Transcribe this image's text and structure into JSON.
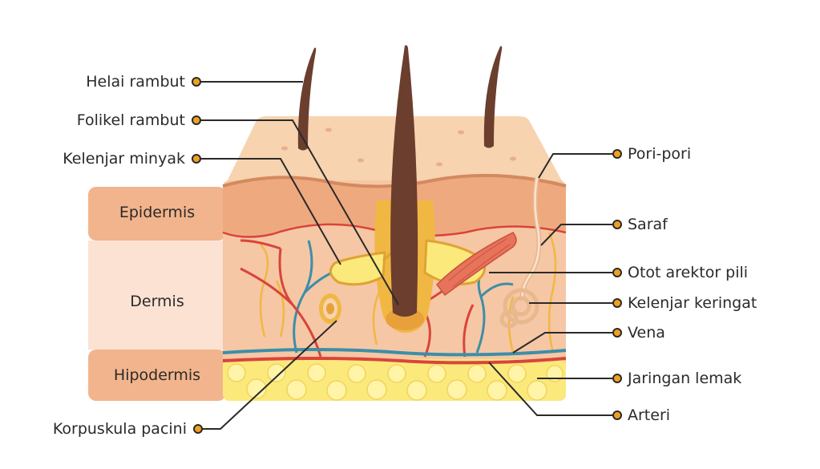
{
  "labels": {
    "helai_rambut": "Helai rambut",
    "folikel_rambut": "Folikel rambut",
    "kelenjar_minyak": "Kelenjar minyak",
    "korpuskula_pacini": "Korpuskula pacini",
    "pori_pori": "Pori-pori",
    "saraf": "Saraf",
    "otot_arektor_pili": "Otot arektor pili",
    "kelenjar_keringat": "Kelenjar keringat",
    "vena": "Vena",
    "jaringan_lemak": "Jaringan lemak",
    "arteri": "Arteri"
  },
  "layers": {
    "epidermis": "Epidermis",
    "dermis": "Dermis",
    "hipodermis": "Hipodermis"
  },
  "colors": {
    "epidermis_band": "#f2b48c",
    "dermis_band": "#fbe2d2",
    "hipodermis_band": "#f2b48c",
    "skin_top": "#f7d3b0",
    "dermis_fill": "#f6c7a4",
    "hair": "#6b3e2e",
    "fat": "#fbe97c",
    "artery": "#d9443b",
    "vein": "#3d8ea8",
    "nerve": "#f0b843",
    "marker": "#f0a020",
    "leader": "#2a2a2a"
  }
}
